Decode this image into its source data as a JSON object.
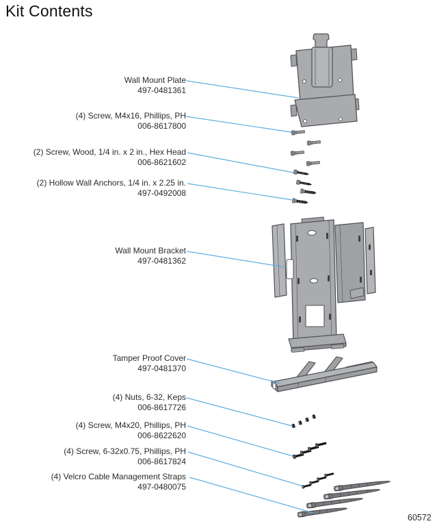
{
  "page": {
    "title": "Kit Contents",
    "figure_number": "60572"
  },
  "parts": [
    {
      "name": "Wall Mount Plate",
      "part_number": "497-0481361"
    },
    {
      "name": "(4) Screw, M4x16, Phillips, PH",
      "part_number": "006-8617800"
    },
    {
      "name": "(2) Screw, Wood, 1/4 in. x 2 in., Hex Head",
      "part_number": "006-8621602"
    },
    {
      "name": "(2) Hollow Wall Anchors, 1/4 in. x 2.25 in.",
      "part_number": "497-0492008"
    },
    {
      "name": "Wall Mount Bracket",
      "part_number": "497-0481362"
    },
    {
      "name": "Tamper Proof Cover",
      "part_number": "497-0481370"
    },
    {
      "name": "(4) Nuts, 6-32, Keps",
      "part_number": "006-8617726"
    },
    {
      "name": "(4) Screw, M4x20, Phillips, PH",
      "part_number": "006-8622620"
    },
    {
      "name": "(4) Screw, 6-32x0.75, Phillips, PH",
      "part_number": "006-8617824"
    },
    {
      "name": "(4) Velcro Cable Management Straps",
      "part_number": "497-0480075"
    }
  ],
  "colors": {
    "leader_line": "#5EAEE0",
    "part_fill": "#A9ABAE",
    "part_outline": "#4F5154",
    "hardware_dark": "#1D1D1F",
    "text": "#2A2A2A"
  }
}
